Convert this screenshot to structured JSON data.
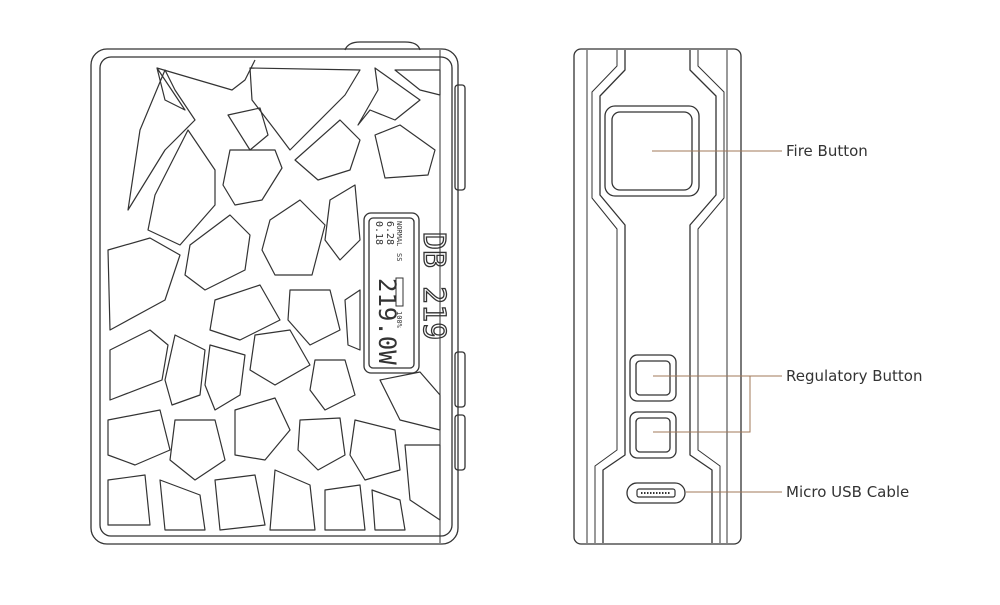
{
  "device": {
    "brand_label": "DB 219",
    "screen": {
      "resistance": "0.18",
      "voltage": "6.28",
      "mode": "NORMAL",
      "material": "SS",
      "power": "219.0W",
      "battery": "100%"
    }
  },
  "callouts": [
    {
      "id": "fire",
      "label": "Fire Button"
    },
    {
      "id": "regulatory",
      "label": "Regulatory Button"
    },
    {
      "id": "usb",
      "label": "Micro USB Cable"
    }
  ],
  "colors": {
    "outline": "#333333",
    "leader": "#a0785a",
    "text": "#333333"
  }
}
